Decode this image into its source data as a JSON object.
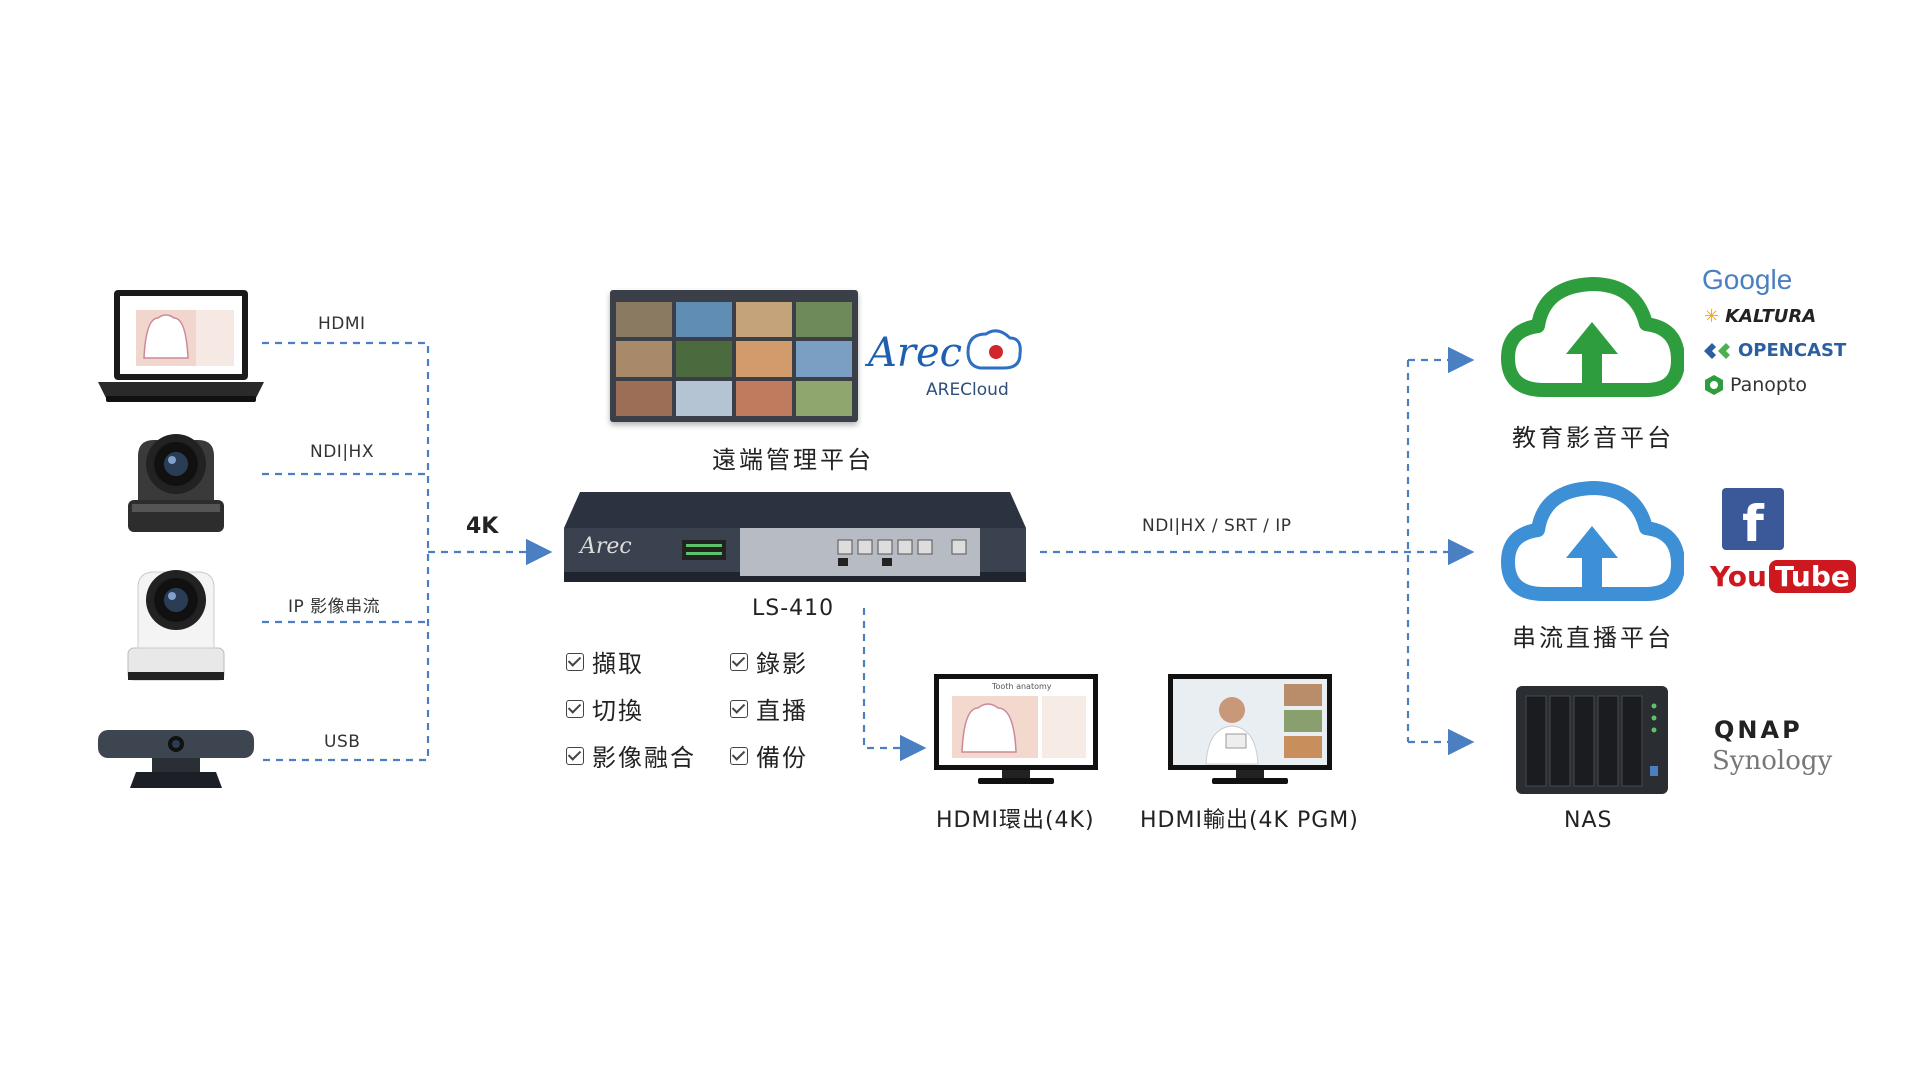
{
  "inputs": {
    "hdmi": "HDMI",
    "ndi": "NDI|HX",
    "ip": "IP 影像串流",
    "usb": "USB"
  },
  "center": {
    "resolution": "4K",
    "device_name": "LS-410",
    "remote_platform": "遠端管理平台",
    "arecloud_logo": "Arec",
    "arecloud_text": "ARECloud",
    "device_logo": "Arec"
  },
  "features": [
    "擷取",
    "錄影",
    "切換",
    "直播",
    "影像融合",
    "備份"
  ],
  "outputs": {
    "stream_label": "NDI|HX / SRT / IP",
    "hdmi_loop": "HDMI環出(4K)",
    "hdmi_out": "HDMI輸出(4K PGM)",
    "edu_platform": "教育影音平台",
    "live_platform": "串流直播平台",
    "nas": "NAS"
  },
  "brands": {
    "google": "Google",
    "kaltura": "KALTURA",
    "opencast": "OPENCAST",
    "panopto": "Panopto",
    "youtube_you": "You",
    "youtube_tube": "Tube",
    "qnap": "QNAP",
    "synology": "Synology",
    "facebook": "f"
  },
  "monitor_title": "Tooth anatomy",
  "colors": {
    "dash": "#4a7fc1",
    "green_cloud": "#2e9d3e",
    "blue_cloud": "#3d8fd6"
  }
}
